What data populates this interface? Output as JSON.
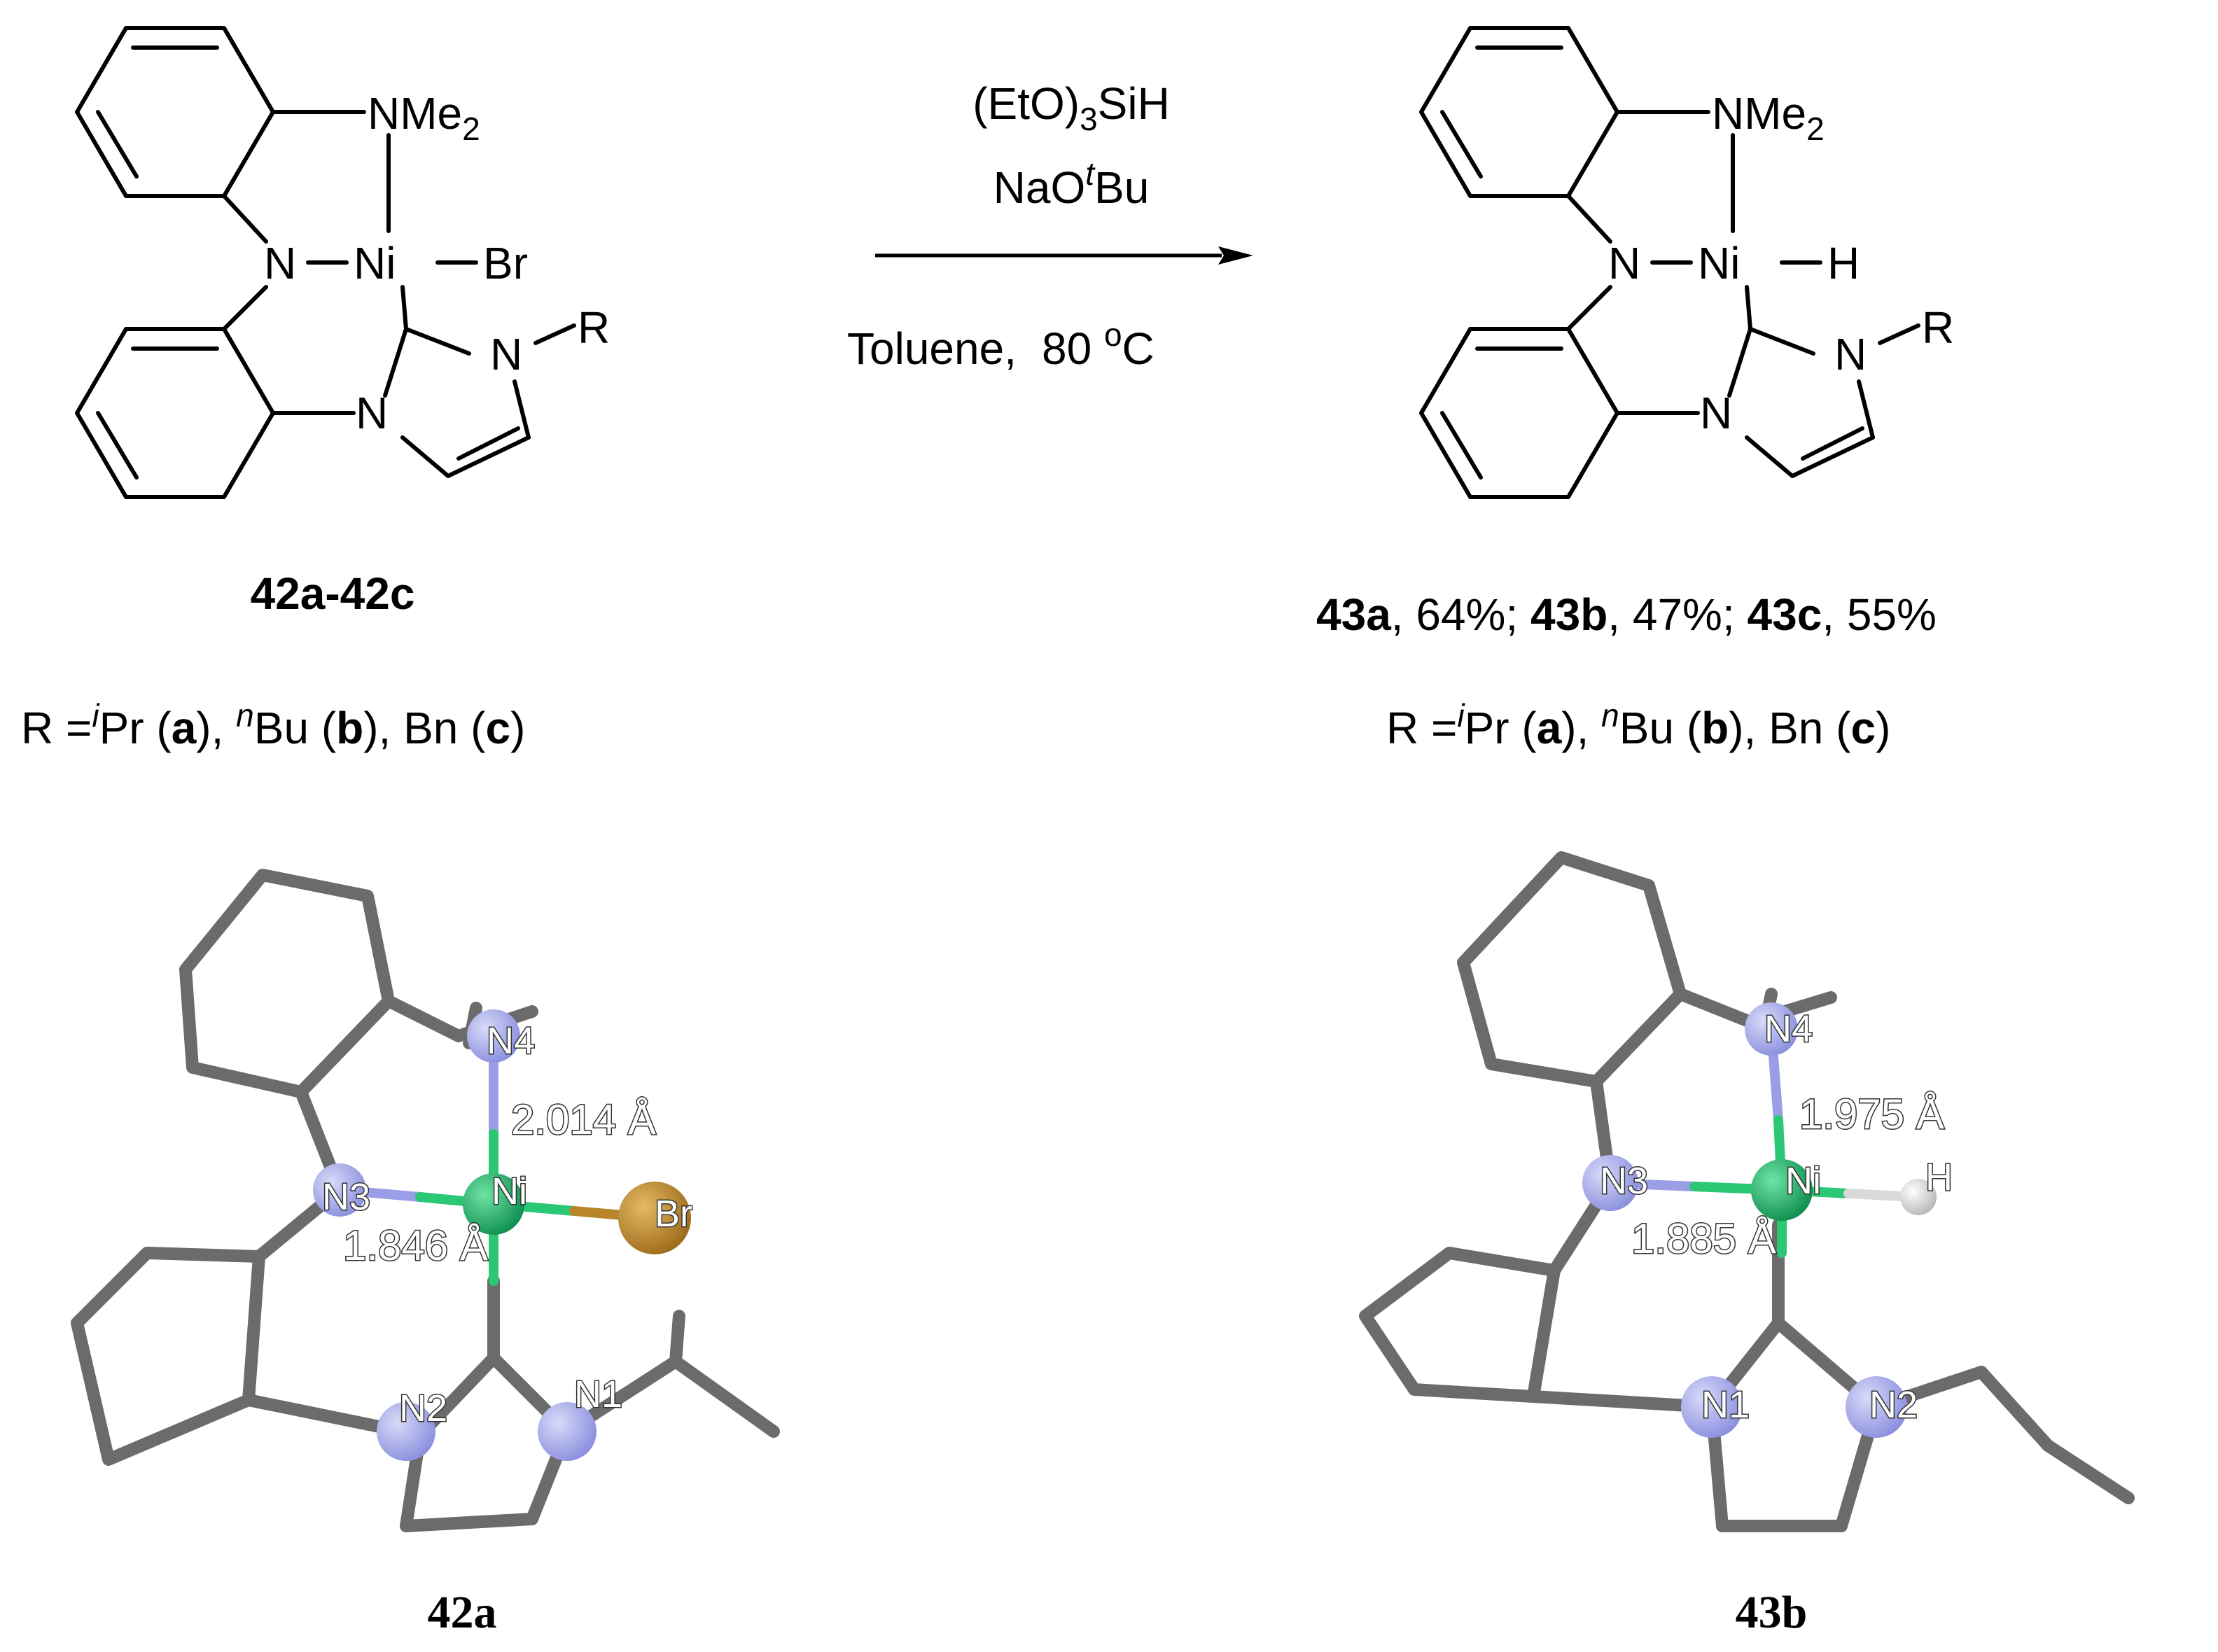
{
  "reaction": {
    "reagent_1": {
      "base": "(EtO)",
      "sub": "3",
      "tail": "SiH"
    },
    "reagent_2": {
      "pre": "NaO",
      "sup": "t",
      "post": "Bu"
    },
    "conditions": {
      "solvent": "Toluene,",
      "temp": "80 ",
      "deg": "o",
      "unit": "C"
    }
  },
  "reactant": {
    "atoms": {
      "nme": "NMe",
      "nme_sub": "2",
      "n_amide": "N",
      "ni": "Ni",
      "ligand": "Br",
      "n_imid": "N",
      "n_r": "N",
      "r": "R"
    },
    "label": "42a-42c",
    "r_def": {
      "prefix": "R =",
      "iso": "i",
      "pr": "Pr (",
      "a": "a",
      "close_a": "), ",
      "norm": "n",
      "bu": "Bu (",
      "b": "b",
      "close_b": "), Bn (",
      "c": "c",
      "close_c": ")"
    }
  },
  "product": {
    "atoms": {
      "nme": "NMe",
      "nme_sub": "2",
      "n_amide": "N",
      "ni": "Ni",
      "ligand": "H",
      "n_imid": "N",
      "n_r": "N",
      "r": "R"
    },
    "yields": {
      "a": "43a",
      "a_val": ", 64%; ",
      "b": "43b",
      "b_val": ", 47%; ",
      "c": "43c",
      "c_val": ", 55%"
    },
    "r_def": {
      "prefix": "R =",
      "iso": "i",
      "pr": "Pr (",
      "a": "a",
      "close_a": "), ",
      "norm": "n",
      "bu": "Bu (",
      "b": "b",
      "close_b": "), Bn (",
      "c": "c",
      "close_c": ")"
    }
  },
  "crystal_42a": {
    "labels": {
      "n4": "N4",
      "n3": "N3",
      "ni": "Ni",
      "x": "Br",
      "n2": "N2",
      "n1": "N1"
    },
    "dist_top": "2.014 Å",
    "dist_bottom": "1.846 Å",
    "caption": "42a"
  },
  "crystal_43b": {
    "labels": {
      "n4": "N4",
      "n3": "N3",
      "ni": "Ni",
      "x": "H",
      "n1": "N1",
      "n2": "N2"
    },
    "dist_top": "1.975 Å",
    "dist_bottom": "1.885 Å",
    "caption": "43b"
  },
  "colors": {
    "bond_gray": "#6b6b6b",
    "nitrogen": "#9a9ee6",
    "nickel": "#16a760",
    "bromine": "#b8852a",
    "hydrogen": "#d9d9d9"
  }
}
